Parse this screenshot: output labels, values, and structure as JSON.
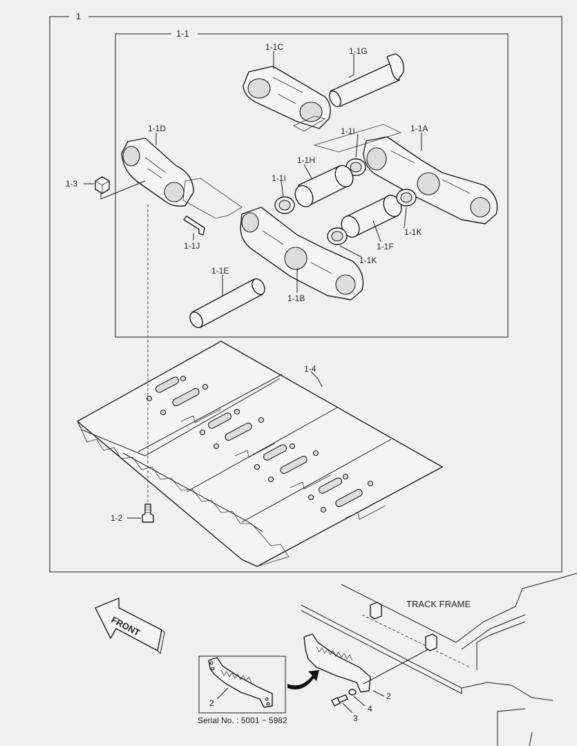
{
  "labels": {
    "assembly": "1",
    "sub_assembly": "1-1",
    "link_c": "1-1C",
    "pin_g": "1-1G",
    "link_d": "1-1D",
    "link_a": "1-1A",
    "seal_i_top": "1-1I",
    "seal_i_left": "1-1I",
    "bushing_h": "1-1H",
    "nut_3": "1-3",
    "seal_k_right": "1-1K",
    "lock_j": "1-1J",
    "bushing_f": "1-1F",
    "seal_k_mid": "1-1K",
    "pin_e": "1-1E",
    "link_b": "1-1B",
    "shoe_4": "1-4",
    "bolt_2": "1-2",
    "front": "FRONT",
    "track_frame": "TRACK FRAME",
    "guard_2_inset": "2",
    "guard_2": "2",
    "washer_4": "4",
    "bolt_3": "3",
    "serial": "Serial No. : 5001 ~ 5982"
  }
}
